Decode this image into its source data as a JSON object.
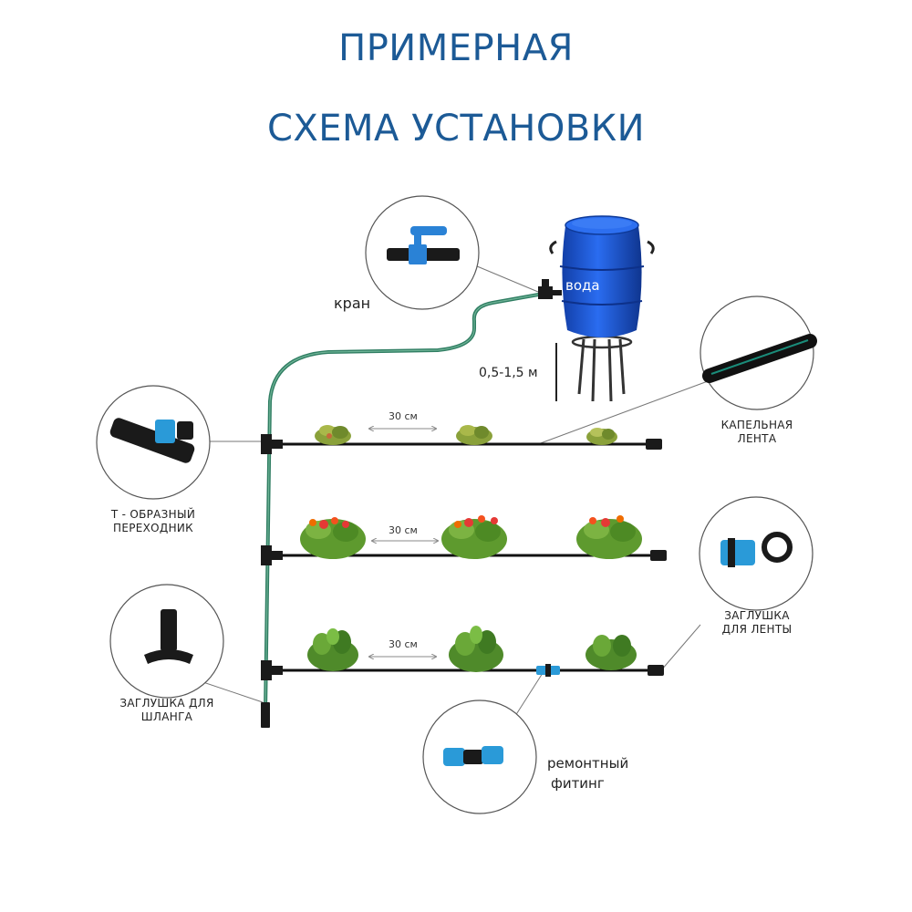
{
  "title": {
    "line1": "ПРИМЕРНАЯ",
    "line2": "СХЕМА УСТАНОВКИ"
  },
  "barrel": {
    "label": "вода",
    "color": "#1e5bd6"
  },
  "height_label": "0,5-1,5 м",
  "spacing_labels": [
    "30 см",
    "30 см",
    "30 см"
  ],
  "callouts": {
    "valve": "кран",
    "tee_line1": "Т - ОБРАЗНЫЙ",
    "tee_line2": "ПЕРЕХОДНИК",
    "hose_cap_line1": "ЗАГЛУШКА ДЛЯ",
    "hose_cap_line2": "ШЛАНГА",
    "drip_tape_line1": "КАПЕЛЬНАЯ",
    "drip_tape_line2": "ЛЕНТА",
    "tape_cap_line1": "ЗАГЛУШКА",
    "tape_cap_line2": "ДЛЯ ЛЕНТЫ",
    "repair_line1": "ремонтный",
    "repair_line2": "фитинг"
  },
  "colors": {
    "title": "#1c5a96",
    "hose": "#2f7d62",
    "fitting_blue": "#2a9ad8",
    "tape": "#111111"
  }
}
